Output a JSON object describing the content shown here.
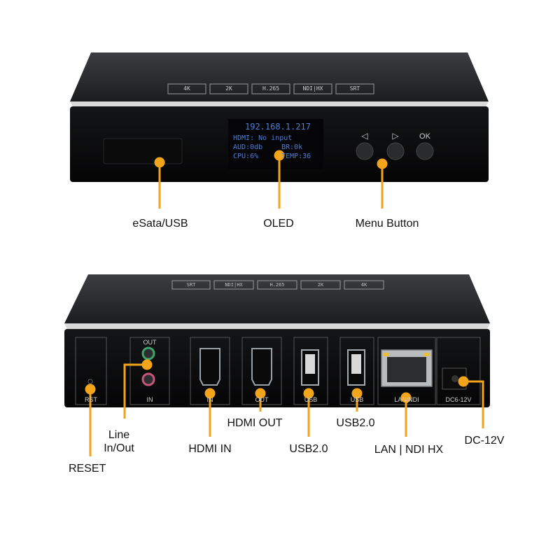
{
  "front_view": {
    "top_badges": [
      "4K",
      "2K",
      "H.265",
      "NDI|HX",
      "SRT"
    ],
    "oled": {
      "line1": "192.168.1.217",
      "line2": "HDMI: No input",
      "line3a": "AUD:0db",
      "line3b": "BR:0k",
      "line4a": "CPU:6%",
      "line4b": "TEMP:36"
    },
    "buttons": {
      "left_symbol": "◁",
      "right_symbol": "▷",
      "ok_label": "OK"
    },
    "callouts": {
      "esata_usb": "eSata/USB",
      "oled": "OLED",
      "menu_button": "Menu Button"
    }
  },
  "rear_view": {
    "port_labels": {
      "reset": "RST",
      "audio_out": "OUT",
      "audio_in": "IN",
      "hdmi_in": "IN",
      "hdmi_out": "OUT",
      "usb1": "USB",
      "usb2": "USB",
      "lan": "LAN|NDI",
      "dc": "DC6-12V"
    },
    "callouts": {
      "reset": "RESET",
      "line_in_out": "Line\nIn/Out",
      "hdmi_in": "HDMI IN",
      "hdmi_out": "HDMI OUT",
      "usb_a": "USB2.0",
      "usb_b": "USB2.0",
      "lan_ndi": "LAN | NDI HX",
      "dc": "DC-12V"
    }
  },
  "colors": {
    "callout": "#f2a51a",
    "device_body": "#1a1b1c",
    "oled_text": "#4d7fd6",
    "trim": "#d9d9d9"
  }
}
